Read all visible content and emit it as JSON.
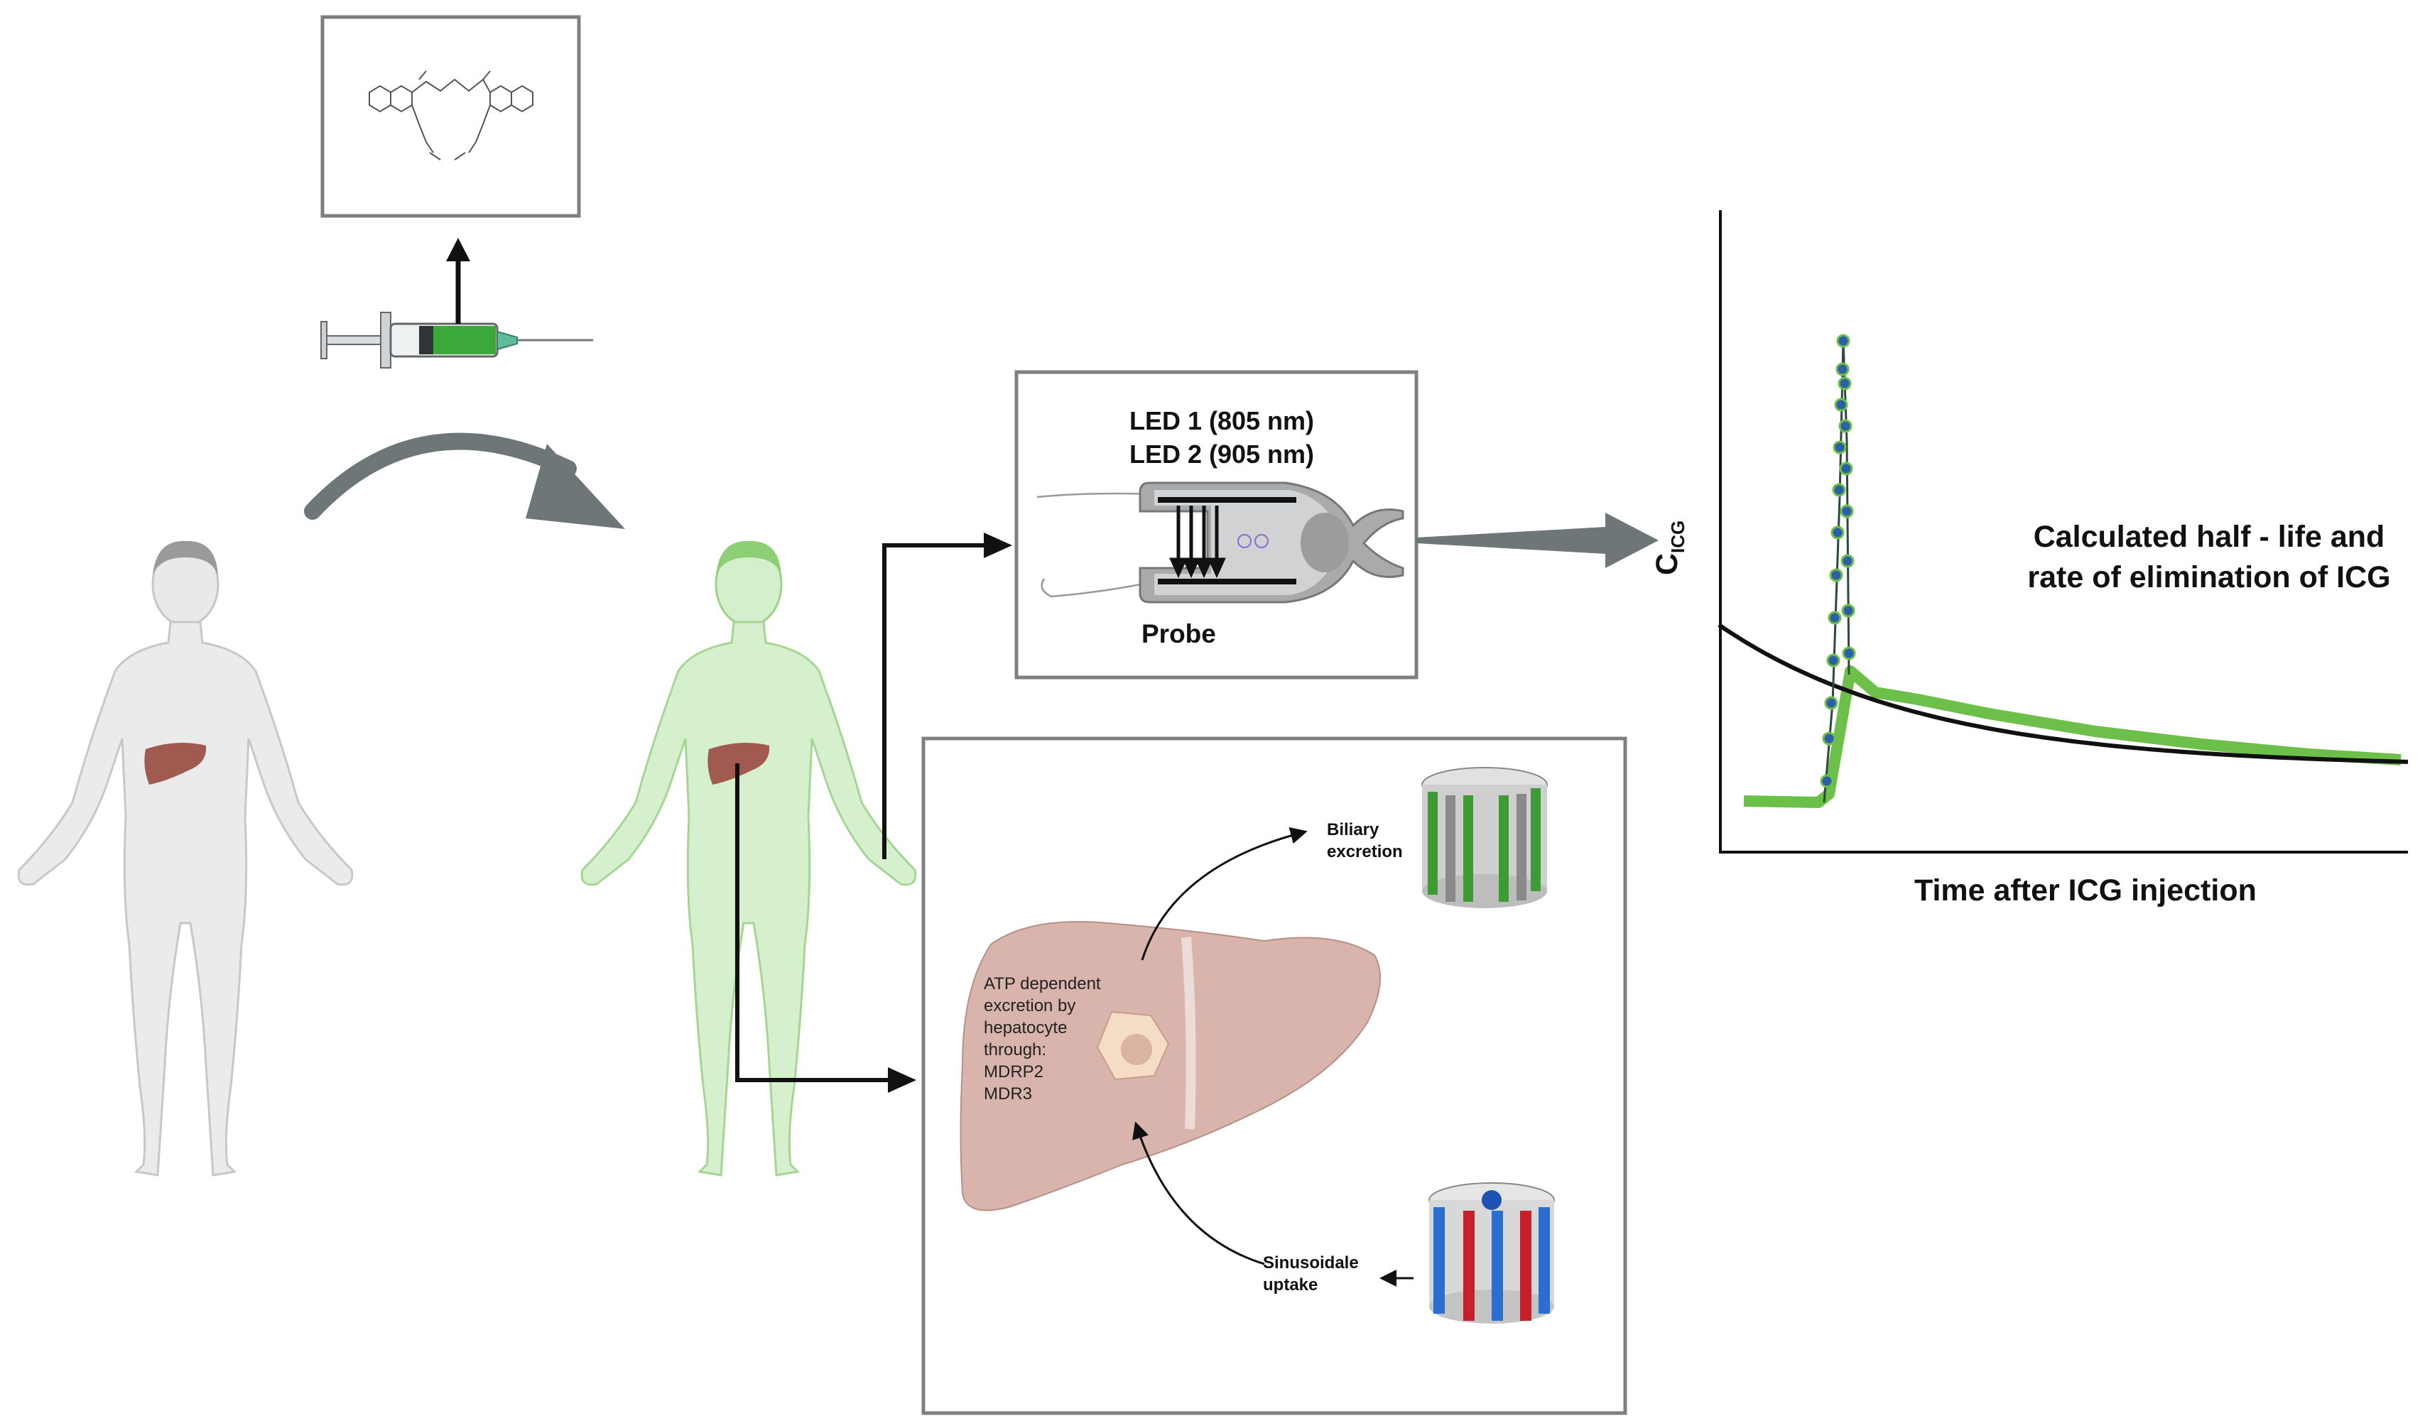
{
  "probe": {
    "led1": "LED 1 (805 nm)",
    "led2": "LED 2 (905 nm)",
    "label": "Probe"
  },
  "chart": {
    "y_label_main": "C",
    "y_label_sub": "ICG",
    "x_label": "Time after ICG injection",
    "annotation_line1": "Calculated half - life and",
    "annotation_line2": "rate of elimination of ICG"
  },
  "liver_panel": {
    "atp_lines": [
      "ATP dependent",
      "excretion by",
      "hepatocyte",
      "through:",
      "MDRP2",
      "MDR3"
    ],
    "biliary_line1": "Biliary",
    "biliary_line2": "excretion",
    "sinusoidal_line1": "Sinusoidale",
    "sinusoidal_line2": "uptake"
  },
  "colors": {
    "box_border": "#7f7f7f",
    "arrow_gray": "#6f7678",
    "body_gray": "#e8e8e8",
    "body_green": "#d4efcb",
    "liver": "#a15a4f",
    "icg_green": "#6cc04a",
    "peak_blue": "#2d5fa8",
    "fit_curve": "#111111"
  },
  "chart_data": {
    "type": "scatter",
    "xlabel": "Time after ICG injection",
    "ylabel": "C_ICG",
    "title": "",
    "series": [],
    "grid": false
  }
}
